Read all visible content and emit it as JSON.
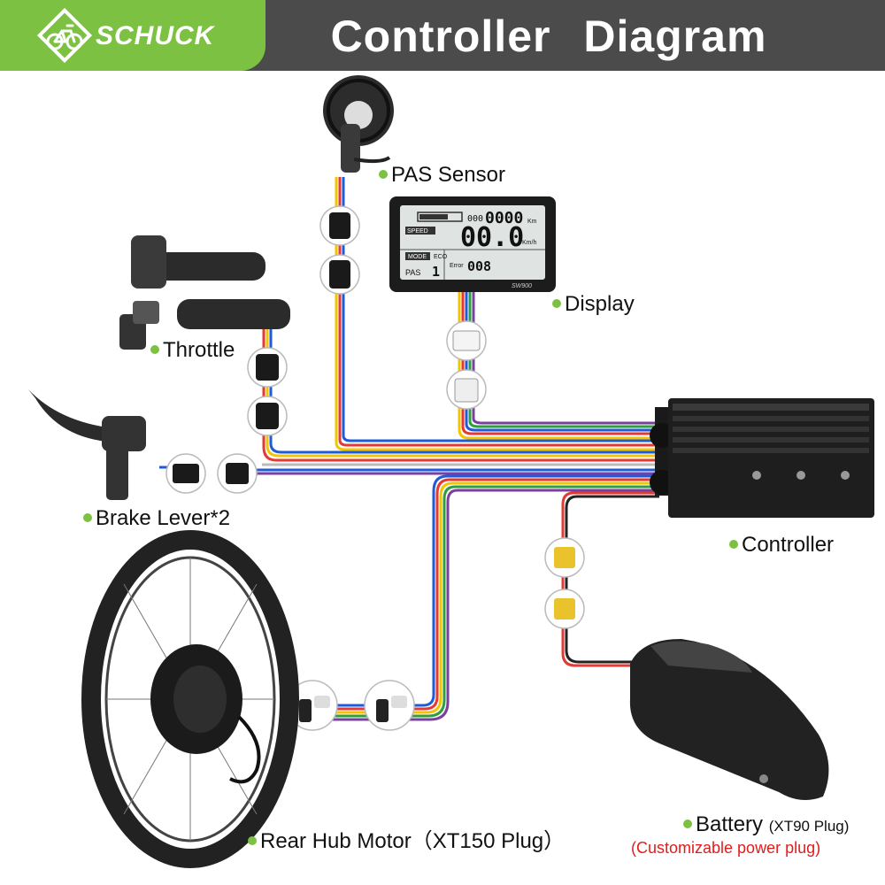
{
  "header": {
    "brand": "SCHUCK",
    "title": "Controller  Diagram",
    "brand_color": "#7cc142",
    "bar_color": "#4b4b4b"
  },
  "labels": {
    "pas_sensor": "PAS Sensor",
    "display": "Display",
    "throttle": "Throttle",
    "brake_lever": "Brake Lever*2",
    "controller": "Controller",
    "rear_hub_motor": "Rear Hub Motor（XT150 Plug）",
    "battery": "Battery",
    "battery_plug": "(XT90 Plug)",
    "battery_note": "(Customizable power plug)"
  },
  "display_screen": {
    "odo": "000",
    "trip": "0000",
    "km": "Km",
    "speed_label": "SPEED",
    "speed": "00.0",
    "kmh": "Km/h",
    "mode_label": "MODE",
    "mode": "ECO",
    "pas_label": "PAS",
    "pas": "1",
    "error_label": "Error",
    "error": "008",
    "model": "SW900"
  },
  "colors": {
    "accent": "#7cc142",
    "note_red": "#e41b1b",
    "wire_yellow": "#f2c500",
    "wire_red": "#e53935",
    "wire_blue": "#1e5bd8",
    "wire_purple": "#7b3fa0",
    "wire_green": "#2e9e3e"
  },
  "icons": {
    "logo": "bicycle-logo-icon"
  }
}
